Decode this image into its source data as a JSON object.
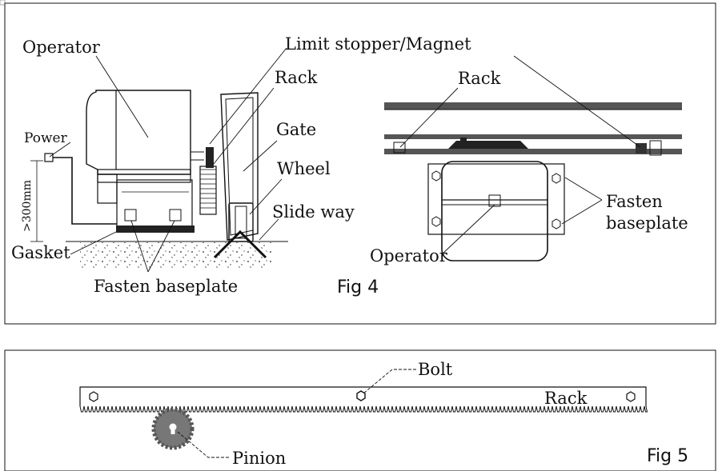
{
  "fig4": {
    "label": "Fig 4",
    "labels": {
      "operator": "Operator",
      "limit_stopper": "Limit stopper/Magnet",
      "rack_side": "Rack",
      "gate": "Gate",
      "wheel": "Wheel",
      "slide_way": "Slide way",
      "power": "Power",
      "height": ">300mm",
      "gasket": "Gasket",
      "fasten_baseplate_bottom": "Fasten baseplate",
      "rack_top": "Rack",
      "fasten_right_1": "Fasten",
      "fasten_right_2": "baseplate",
      "operator_top": "Operator"
    }
  },
  "fig5": {
    "label": "Fig 5",
    "labels": {
      "bolt": "Bolt",
      "rack": "Rack",
      "pinion": "Pinion"
    }
  }
}
